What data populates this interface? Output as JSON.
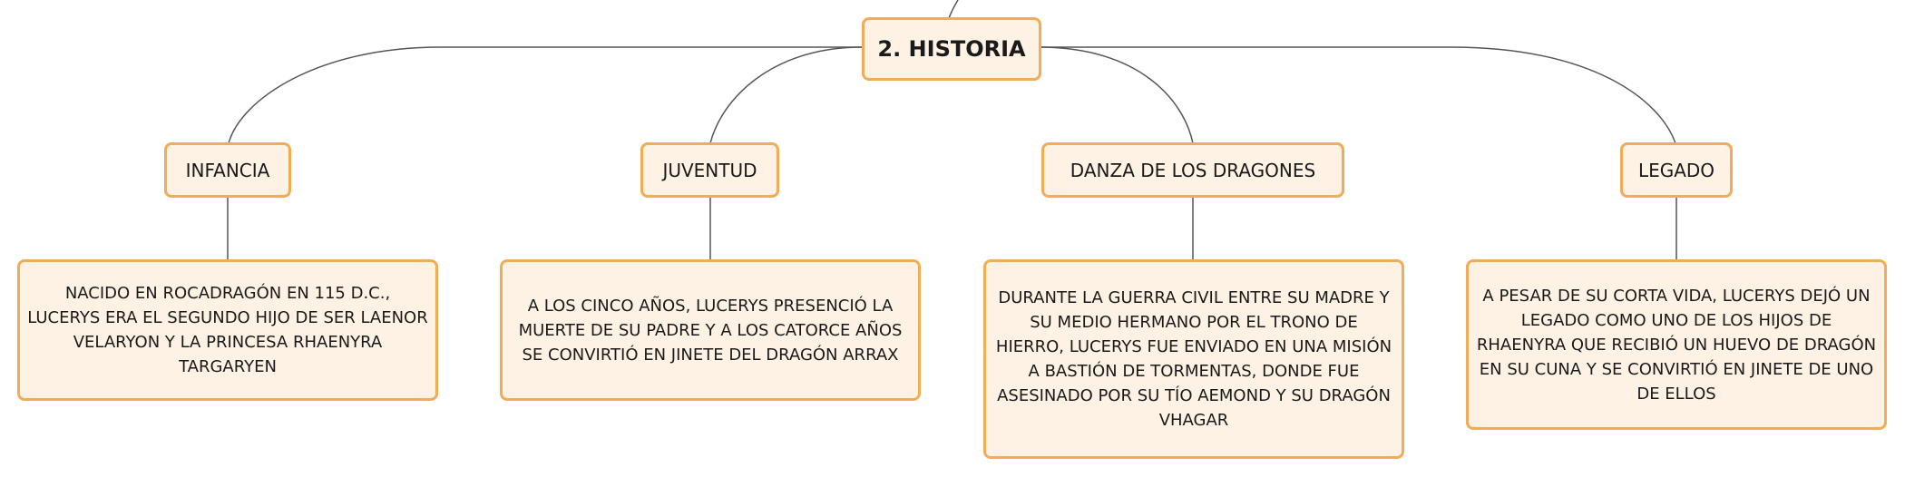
{
  "root": {
    "label": "2. HISTORIA"
  },
  "topics": [
    {
      "label": "INFANCIA",
      "detail": "NACIDO EN ROCADRAGÓN EN 115 D.C., LUCERYS ERA EL SEGUNDO HIJO DE SER LAENOR VELARYON Y LA PRINCESA RHAENYRA TARGARYEN"
    },
    {
      "label": "JUVENTUD",
      "detail": "A LOS CINCO AÑOS, LUCERYS PRESENCIÓ LA MUERTE DE SU PADRE Y A LOS CATORCE AÑOS SE CONVIRTIÓ EN JINETE DEL DRAGÓN ARRAX"
    },
    {
      "label": "DANZA DE LOS DRAGONES",
      "detail": "DURANTE LA GUERRA CIVIL ENTRE SU MADRE Y SU MEDIO HERMANO POR EL TRONO DE HIERRO, LUCERYS FUE ENVIADO EN UNA MISIÓN A BASTIÓN DE TORMENTAS, DONDE FUE ASESINADO POR SU TÍO AEMOND Y SU DRAGÓN VHAGAR"
    },
    {
      "label": "LEGADO",
      "detail": "A PESAR DE SU CORTA VIDA, LUCERYS DEJÓ UN LEGADO COMO UNO DE LOS HIJOS DE RHAENYRA QUE RECIBIÓ UN HUEVO DE DRAGÓN EN SU CUNA Y SE CONVIRTIÓ EN JINETE DE UNO DE ELLOS"
    }
  ],
  "colors": {
    "node_fill": "#fdf2e4",
    "node_border": "#f0ad55",
    "line": "#555555"
  }
}
